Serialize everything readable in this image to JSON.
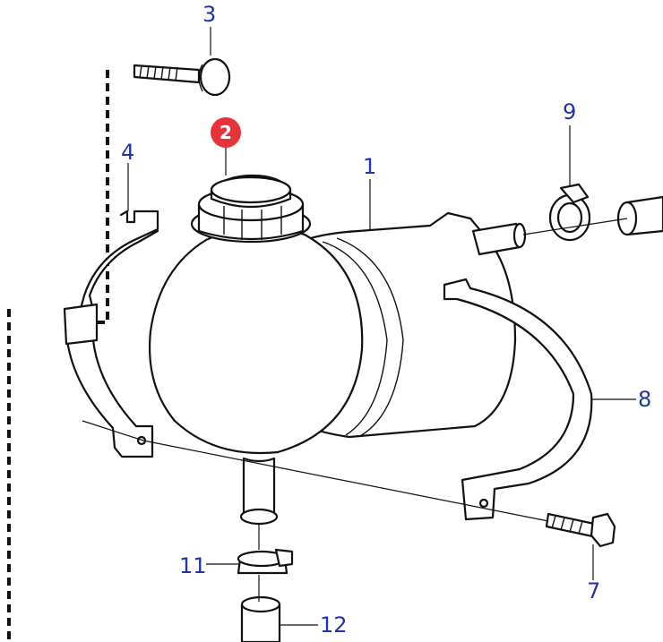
{
  "diagram": {
    "callouts": [
      {
        "id": "1",
        "text": "1",
        "selected": false
      },
      {
        "id": "2",
        "text": "2",
        "selected": true
      },
      {
        "id": "3",
        "text": "3",
        "selected": false
      },
      {
        "id": "4",
        "text": "4",
        "selected": false
      },
      {
        "id": "7",
        "text": "7",
        "selected": false
      },
      {
        "id": "8",
        "text": "8",
        "selected": false
      },
      {
        "id": "9",
        "text": "9",
        "selected": false
      },
      {
        "id": "11",
        "text": "11",
        "selected": false
      },
      {
        "id": "12",
        "text": "12",
        "selected": false
      }
    ],
    "colors": {
      "label": "#2233aa",
      "highlight": "#e8323a",
      "ink": "#111111"
    }
  }
}
